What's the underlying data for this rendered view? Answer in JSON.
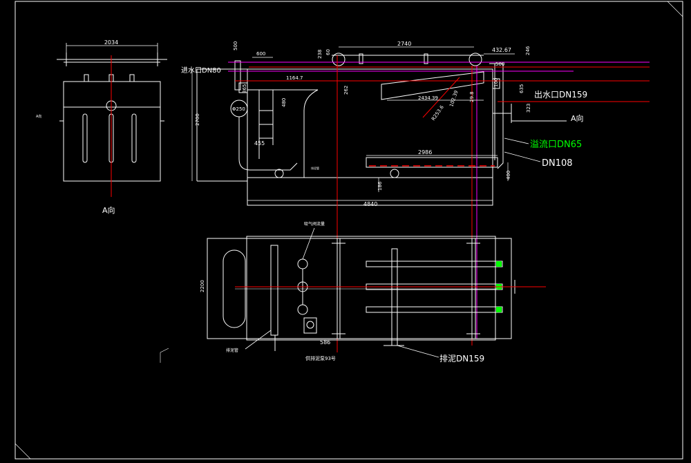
{
  "colors": {
    "background": "#000000",
    "frame": "#ffffff",
    "line": "#ffffff",
    "centerline": "#ff0000",
    "magenta": "#ff00ff",
    "overflow_note": "#00ff00",
    "dim": "#ffffff"
  },
  "side_view": {
    "dim_width": "2034",
    "label_small": "A向",
    "caption": "A向"
  },
  "front_view": {
    "dims": {
      "d500": "500",
      "d600": "600",
      "d238": "238",
      "d60": "60",
      "d2740": "2740",
      "d432": "432.67",
      "d246": "246",
      "d500b": "500",
      "d1164": "1164.7",
      "d262": "262",
      "d365": "365",
      "d480": "480",
      "d2700": "2700",
      "d455": "455",
      "d2434": "2434.39",
      "d102": "102.39",
      "d29": "29.8",
      "d100": "100",
      "d635": "635",
      "d323": "323",
      "d2986": "2986",
      "d400": "400",
      "d186": "186",
      "d4840": "4840",
      "phi250": "Φ250",
      "r3253": "R253.6"
    },
    "labels": {
      "inlet": "进水口DN80",
      "outlet": "出水口DN159",
      "a_dir": "A向",
      "overflow": "溢流口DN65",
      "dn108": "DN108"
    }
  },
  "plan_view": {
    "dims": {
      "d2200": "2200",
      "d586": "586"
    },
    "labels": {
      "top_note": "吸气阀流量",
      "left_note": "排泥管",
      "bottom_note": "供排泥泵93号",
      "drain": "排泥DN159",
      "note_small": "排泥管"
    }
  }
}
